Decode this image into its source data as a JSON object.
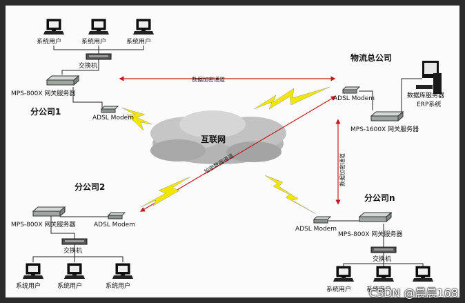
{
  "labels": {
    "user": "系统用户",
    "switch": "交换机",
    "gateway_800": "MPS-800X 网关服务器",
    "gateway_1600": "MPS-1600X 网关服务器",
    "adsl": "ADSL Modem",
    "internet": "互联网",
    "db_server": "数据库服务器",
    "erp": "ERP系统"
  },
  "sites": {
    "branch1": "分公司1",
    "branch2": "分公司2",
    "branchn": "分公司n",
    "hq": "物流总公司"
  },
  "channels": {
    "top": "数据加密通道",
    "diag": "加密数据通道",
    "right": "数据加密通道"
  },
  "colors": {
    "channel_line": "#c01a1a",
    "lightning": "#f2e600"
  },
  "watermark": "CSDN @晨晨168"
}
